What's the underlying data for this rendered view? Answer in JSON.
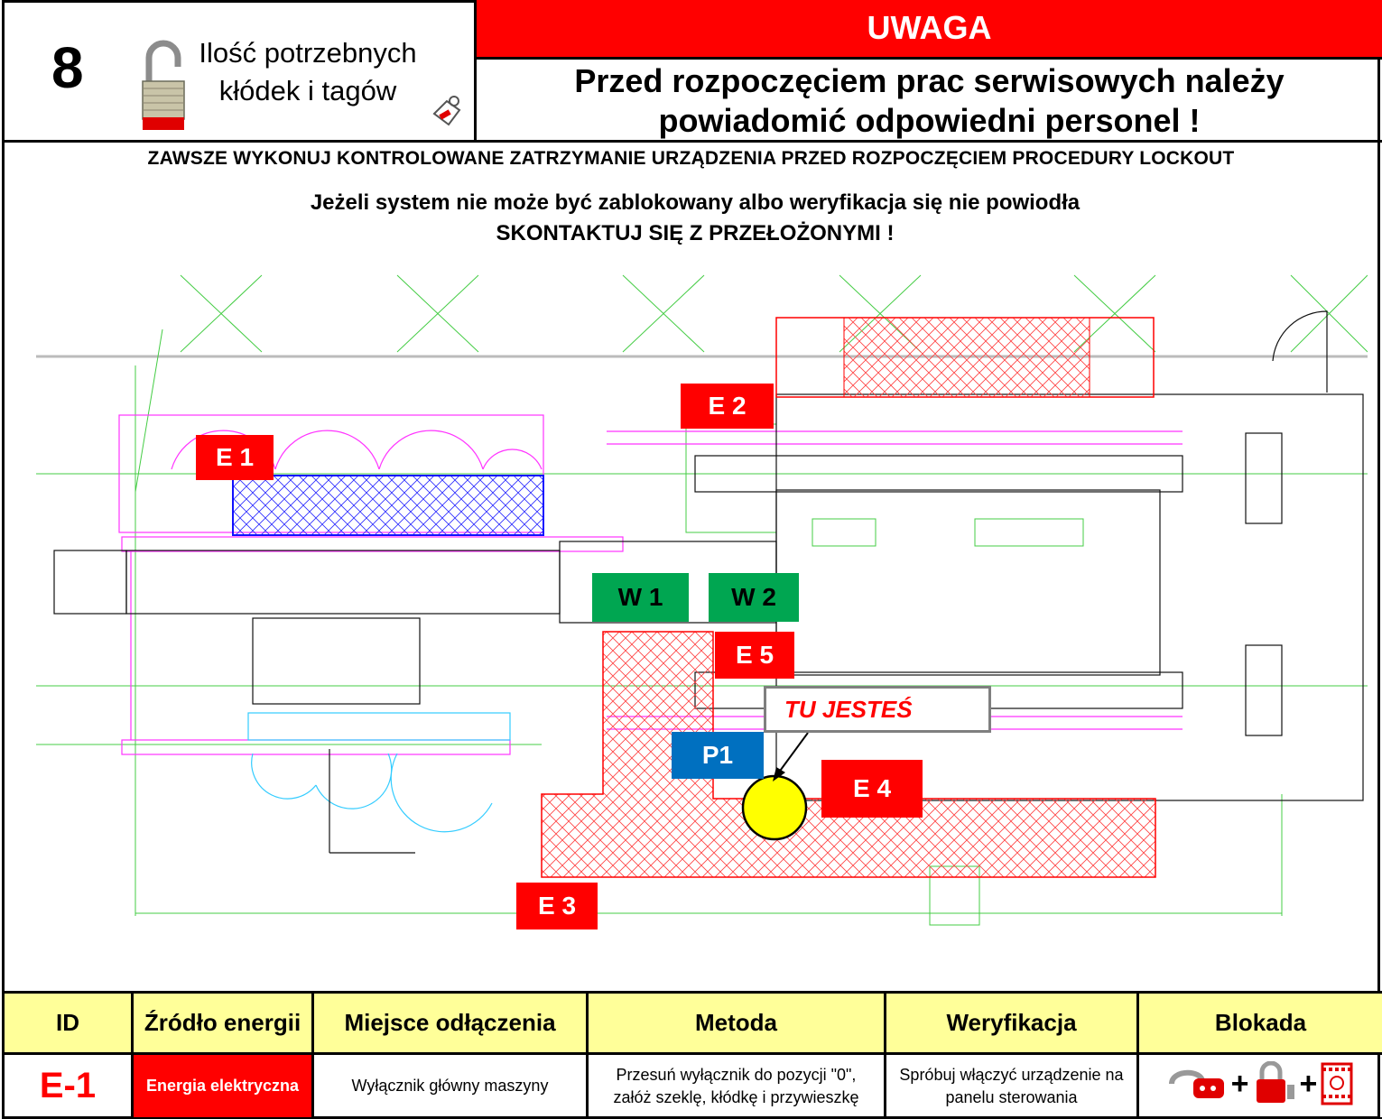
{
  "header": {
    "lock_count": "8",
    "locks_title_line1": "Ilość potrzebnych",
    "locks_title_line2": "kłódek i tagów",
    "warning_title": "UWAGA",
    "notice_line1": "Przed rozpoczęciem prac serwisowych należy",
    "notice_line2": "powiadomić odpowiedni personel !"
  },
  "instructions": {
    "always": "ZAWSZE WYKONUJ KONTROLOWANE ZATRZYMANIE URZĄDZENIA PRZED ROZPOCZĘCIEM PROCEDURY LOCKOUT",
    "warning_line1": "Jeżeli system nie może być zablokowany albo weryfikacja się nie powiodła",
    "warning_line2": "SKONTAKTUJ SIĘ Z PRZEŁOŻONYMI !"
  },
  "drawing": {
    "labels": {
      "e1": "E 1",
      "e2": "E 2",
      "e3": "E 3",
      "e4": "E 4",
      "e5": "E 5",
      "w1": "W 1",
      "w2": "W 2",
      "p1": "P1"
    },
    "you_are_here": "TU JESTEŚ",
    "colors": {
      "energy_red": "#ff0000",
      "water_green": "#00a651",
      "pneumatic_blue": "#0070c0",
      "marker_yellow": "#ffff00"
    }
  },
  "table": {
    "headers": [
      "ID",
      "Źródło energii",
      "Miejsce odłączenia",
      "Metoda",
      "Weryfikacja",
      "Blokada"
    ],
    "rows": [
      {
        "id": "E-1",
        "source": "Energia elektryczna",
        "location": "Wyłącznik główny maszyny",
        "method_line1": "Przesuń wyłącznik do pozycji \"0\",",
        "method_line2": "załóż szeklę, kłódkę i przywieszkę",
        "verify_line1": "Spróbuj włączyć urządzenie na",
        "verify_line2": "panelu sterowania",
        "lockout_icons": [
          "hasp-icon",
          "padlock-icon",
          "tag-icon"
        ]
      }
    ]
  }
}
